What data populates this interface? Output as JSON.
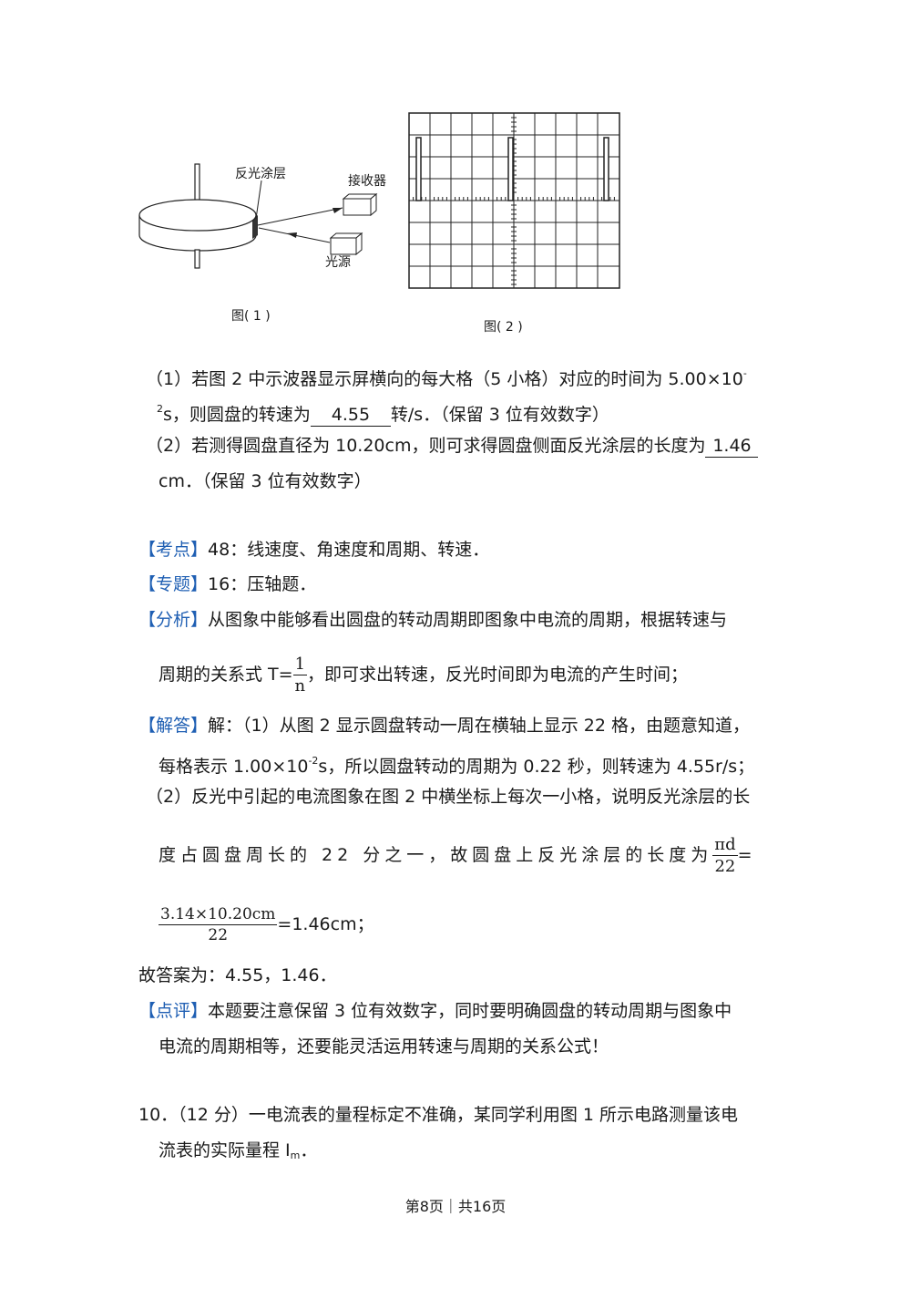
{
  "figure1": {
    "label_coating": "反光涂层",
    "label_receiver": "接收器",
    "label_light": "光源",
    "caption": "图( 1 )"
  },
  "figure2": {
    "caption": "图( 2 )"
  },
  "q_part1": {
    "a": "（1）若图 2 中示波器显示屏横向的每大格（5 小格）对应的时间为 5.00×10",
    "a_sup": "-",
    "b_sup": "2",
    "b1": "s，则圆盘的转速为",
    "answer": "4.55",
    "b2": "转/s．（保留 3 位有效数字）"
  },
  "q_part2": {
    "a": "（2）若测得圆盘直径为 10.20cm，则可求得圆盘侧面反光涂层的长度为",
    "answer": "1.46",
    "b": "cm．（保留 3 位有效数字）"
  },
  "kaodian": {
    "tag": "【考点】",
    "text": "48：线速度、角速度和周期、转速．"
  },
  "zhuanti": {
    "tag": "【专题】",
    "text": "16：压轴题．"
  },
  "fenxi": {
    "tag": "【分析】",
    "text1": "从图象中能够看出圆盘的转动周期即图象中电流的周期，根据转速与",
    "text2a": "周期的关系式 T=",
    "frac_num": "1",
    "frac_den": "n",
    "text2b": "，即可求出转速，反光时间即为电流的产生时间；"
  },
  "jieda": {
    "tag": "【解答】",
    "text1": "解：（1）从图 2 显示圆盘转动一周在横轴上显示 22 格，由题意知道，",
    "text2a": "每格表示 1.00×10",
    "text2_sup": "-2",
    "text2b": "s，所以圆盘转动的周期为 0.22 秒，则转速为 4.55r/s；",
    "text3": "（2）反光中引起的电流图象在图 2 中横坐标上每次一小格，说明反光涂层的长",
    "text4": "度占圆盘周长的 22 分之一，故圆盘上反光涂层的长度为",
    "frac1_num": "πd",
    "frac1_den": "22",
    "eq": "=",
    "frac2_num": "3.14×10.20cm",
    "frac2_den": "22",
    "text5": "=1.46cm；"
  },
  "answer_line": "故答案为：4.55，1.46．",
  "dianping": {
    "tag": "【点评】",
    "text1": "本题要注意保留 3 位有效数字，同时要明确圆盘的转动周期与图象中",
    "text2": "电流的周期相等，还要能灵活运用转速与周期的关系公式！"
  },
  "q10": {
    "text1": "10．（12 分）一电流表的量程标定不准确，某同学利用图 1 所示电路测量该电",
    "text2a": "流表的实际量程 I",
    "text2_sub": "m",
    "text2b": "．"
  },
  "footer": "第8页｜共16页"
}
